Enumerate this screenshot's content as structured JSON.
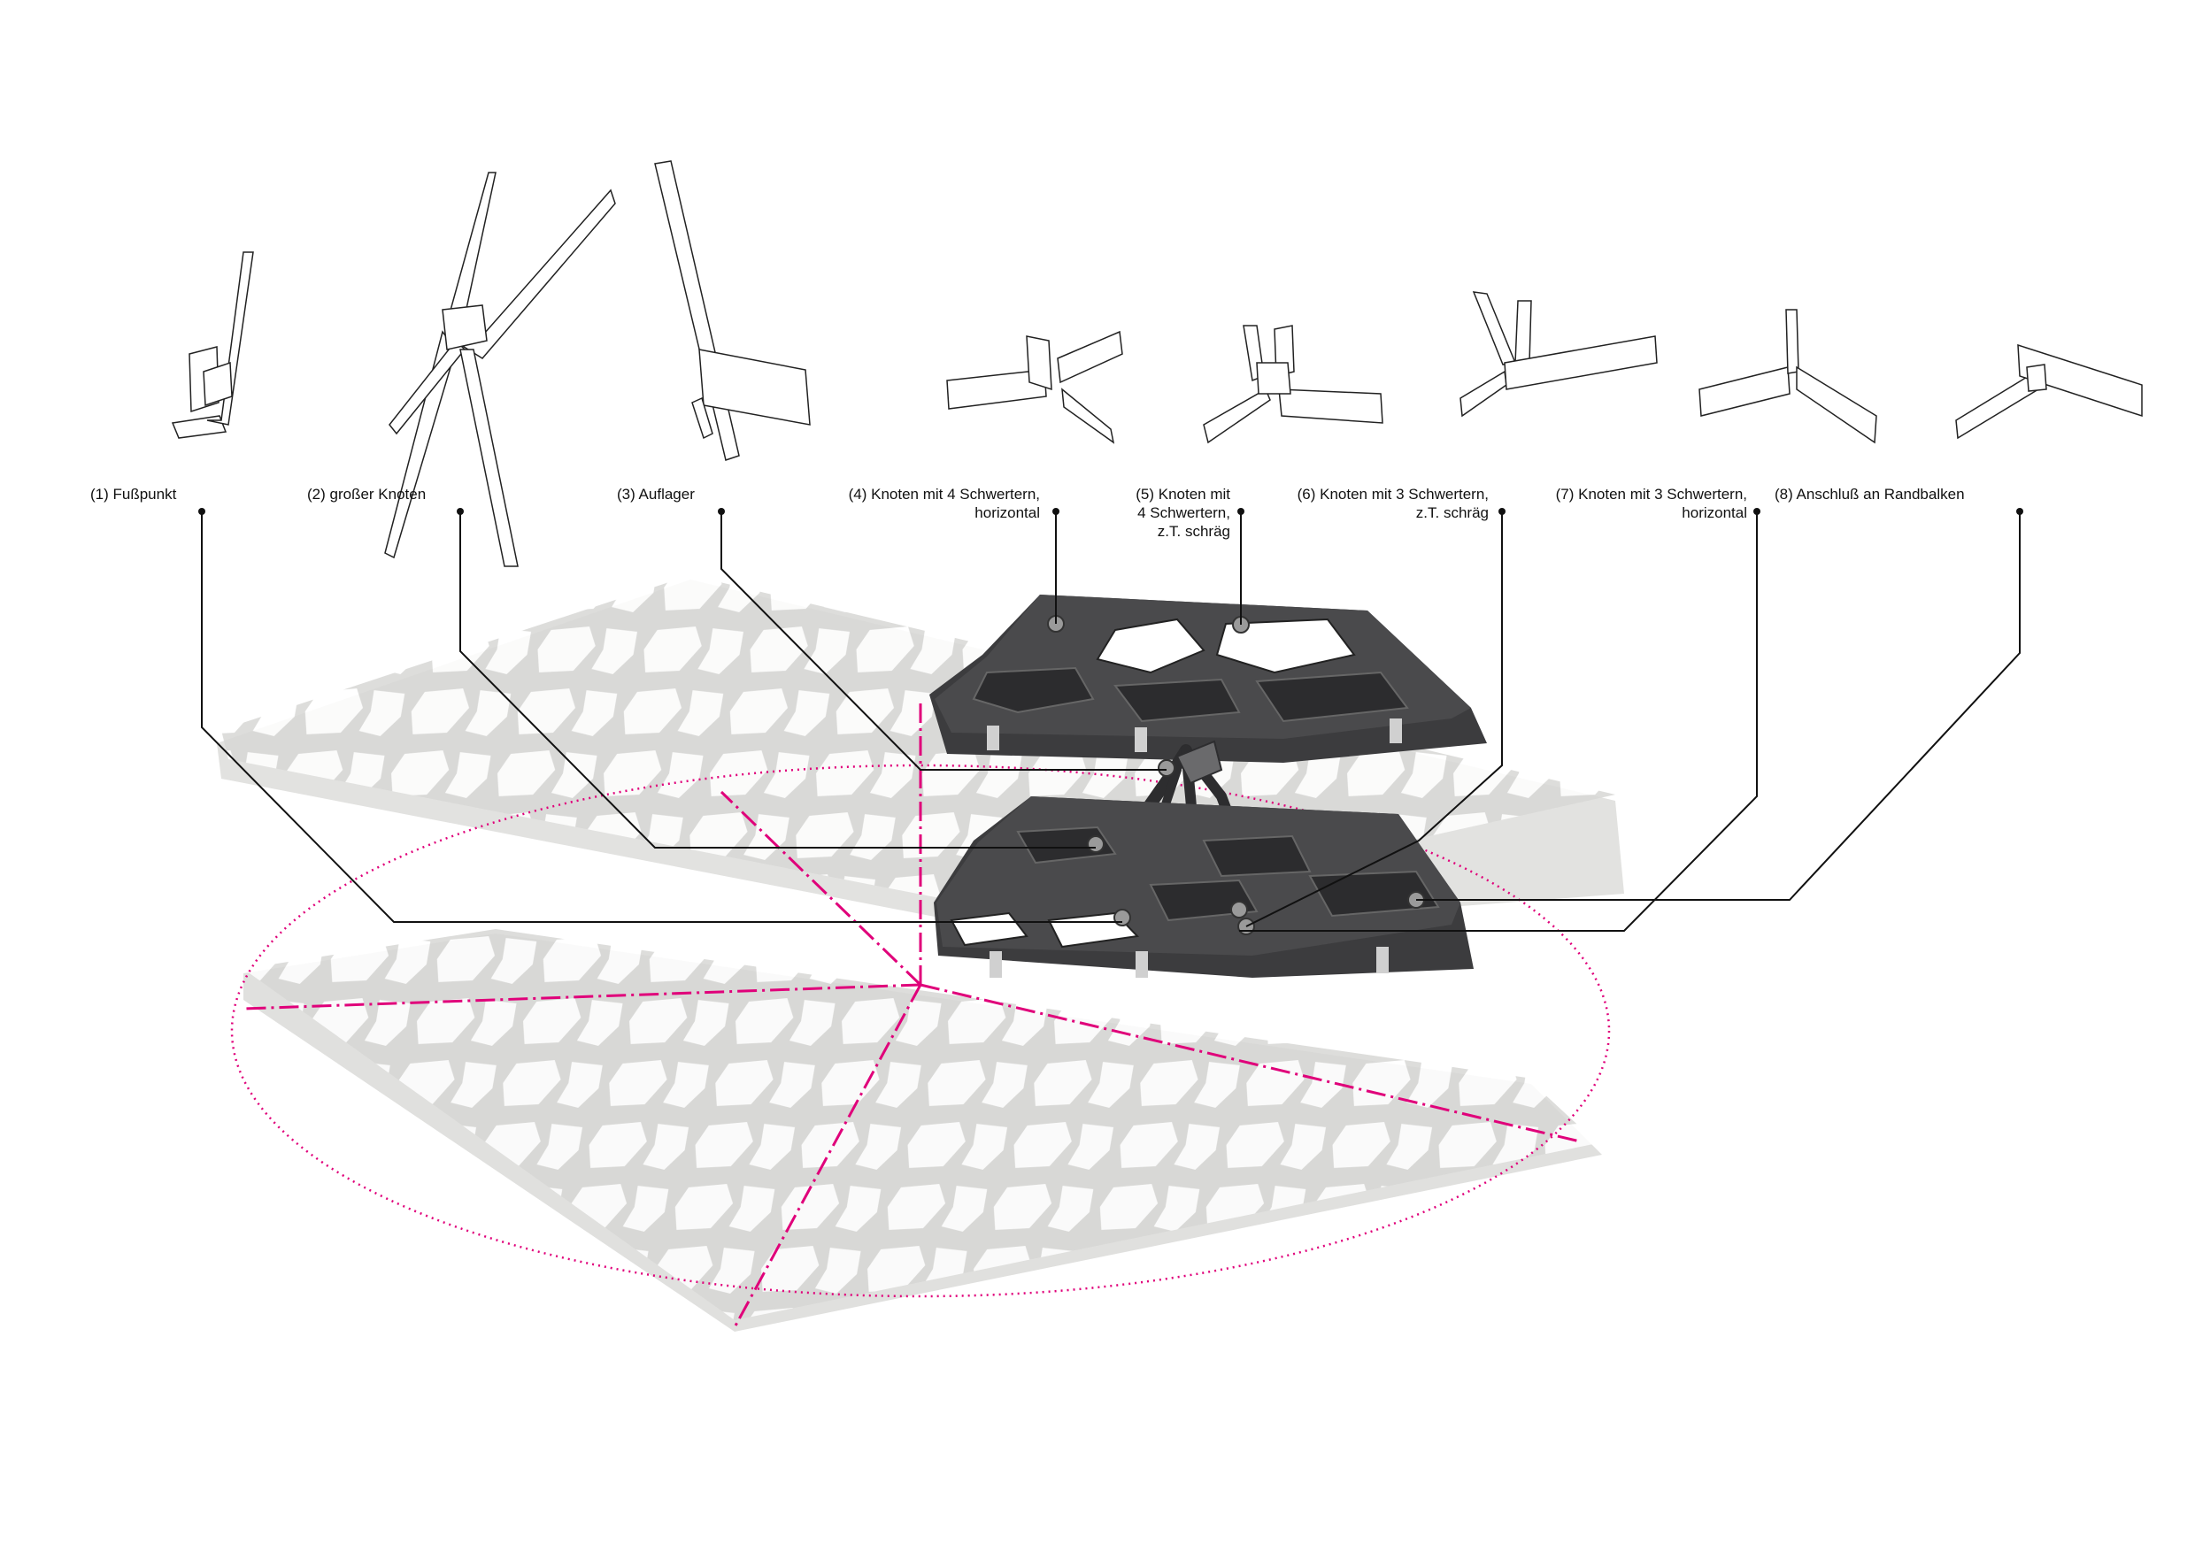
{
  "labels": [
    {
      "lines": [
        "(1) Fußpunkt"
      ]
    },
    {
      "lines": [
        "(2) großer Knoten"
      ]
    },
    {
      "lines": [
        "(3) Auflager"
      ]
    },
    {
      "lines": [
        "(4) Knoten mit 4 Schwertern,",
        "horizontal"
      ]
    },
    {
      "lines": [
        "(5) Knoten mit",
        "4 Schwertern,",
        "z.T. schräg"
      ]
    },
    {
      "lines": [
        "(6) Knoten mit 3 Schwertern,",
        "z.T. schräg"
      ]
    },
    {
      "lines": [
        "(7) Knoten mit 3 Schwertern,",
        "horizontal"
      ]
    },
    {
      "lines": [
        "(8) Anschluß an Randbalken"
      ]
    }
  ],
  "colors": {
    "accent": "#e0007a",
    "panel": "#d9d9d7",
    "structure": "#3c3c3e",
    "line": "#111111"
  }
}
